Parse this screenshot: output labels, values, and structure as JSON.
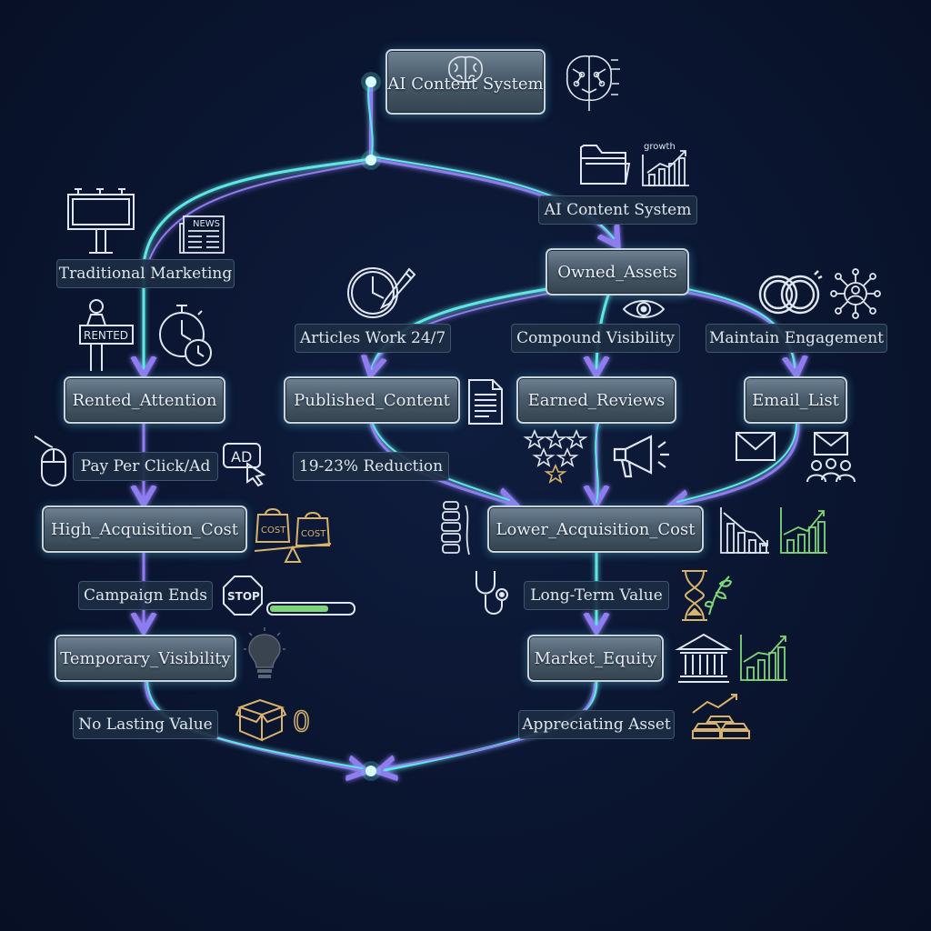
{
  "nodes": {
    "ai_system_top": "AI Content System",
    "owned_assets": "Owned_Assets",
    "rented_attention": "Rented_Attention",
    "published_content": "Published_Content",
    "earned_reviews": "Earned_Reviews",
    "email_list": "Email_List",
    "high_acquisition_cost": "High_Acquisition_Cost",
    "lower_acquisition_cost": "Lower_Acquisition_Cost",
    "temporary_visibility": "Temporary_Visibility",
    "market_equity": "Market_Equity"
  },
  "labels": {
    "ai_system_branch": "AI Content System",
    "traditional_marketing": "Traditional Marketing",
    "articles_work": "Articles Work 24/7",
    "compound_visibility": "Compound Visibility",
    "maintain_engagement": "Maintain Engagement",
    "pay_per_click": "Pay Per Click/Ad",
    "reduction": "19-23% Reduction",
    "campaign_ends": "Campaign Ends",
    "long_term_value": "Long-Term Value",
    "no_lasting_value": "No Lasting Value",
    "appreciating_asset": "Appreciating Asset"
  },
  "icon_text": {
    "growth": "growth",
    "news": "NEWS",
    "rented": "RENTED",
    "ad": "AD",
    "cost": "COST",
    "stop": "STOP",
    "zero": "0"
  },
  "icons": [
    "brain-circuit-icon",
    "folder-icon",
    "growth-chart-icon",
    "billboard-icon",
    "newspaper-icon",
    "rented-sign-person-icon",
    "stopwatch-icon",
    "clock-pen-icon",
    "eye-icon",
    "rings-icon",
    "network-person-icon",
    "document-icon",
    "mouse-icon",
    "ad-cursor-icon",
    "stars-icon",
    "megaphone-icon",
    "envelope-icon",
    "envelope-group-icon",
    "cost-scale-icon",
    "spine-icon",
    "declining-chart-icon",
    "rising-chart-icon",
    "stethoscope-icon",
    "stop-sign-icon",
    "progress-bar-icon",
    "hourglass-plant-icon",
    "lightbulb-icon",
    "bank-icon",
    "bar-chart-icon",
    "empty-box-icon",
    "gold-bars-icon"
  ],
  "colors": {
    "background": "#0a1530",
    "line_cyan": "#5ee6e6",
    "line_violet": "#8f7bf0",
    "node_border": "#c9d3dc",
    "icon_stroke": "#dfe6ee",
    "icon_green": "#7fd67a",
    "icon_gold": "#d9b36a"
  }
}
